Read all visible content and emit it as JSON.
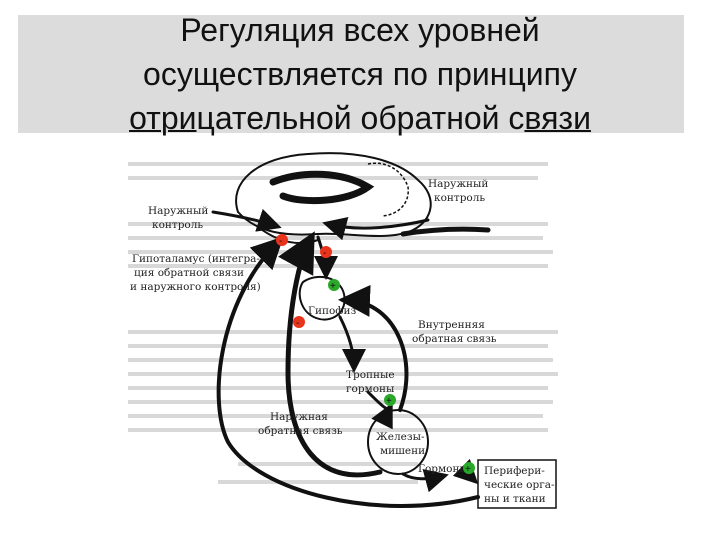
{
  "title": {
    "line1": "Регуляция всех уровней",
    "line2": "осуществляется по принципу",
    "line3_pre": "отри",
    "line3_mid": "цательной обратной с",
    "line3_post": "вязи"
  },
  "diagram": {
    "outer_control_right": [
      "Наружный",
      "контроль"
    ],
    "outer_control_left": [
      "Наружный",
      "контроль"
    ],
    "hypothalamus": [
      "Гипоталамус (интегра-",
      "ция обратной связи",
      "и наружного контроля)"
    ],
    "pituitary": "Гипофиз",
    "internal_feedback": [
      "Внутренняя",
      "обратная связь"
    ],
    "tropic_hormones": [
      "Тропные",
      "гормоны"
    ],
    "external_feedback": [
      "Наружная",
      "обратная связь"
    ],
    "target_glands": [
      "Железы-",
      "мишени"
    ],
    "hormones": "Гормоны",
    "peripheral": [
      "Перифери-",
      "ческие орга-",
      "ны и ткани"
    ],
    "minus_sign": "-",
    "plus_sign": "+"
  },
  "colors": {
    "negative": "#e8341c",
    "positive": "#2aa82a",
    "title_band": "#dcdcdc"
  }
}
